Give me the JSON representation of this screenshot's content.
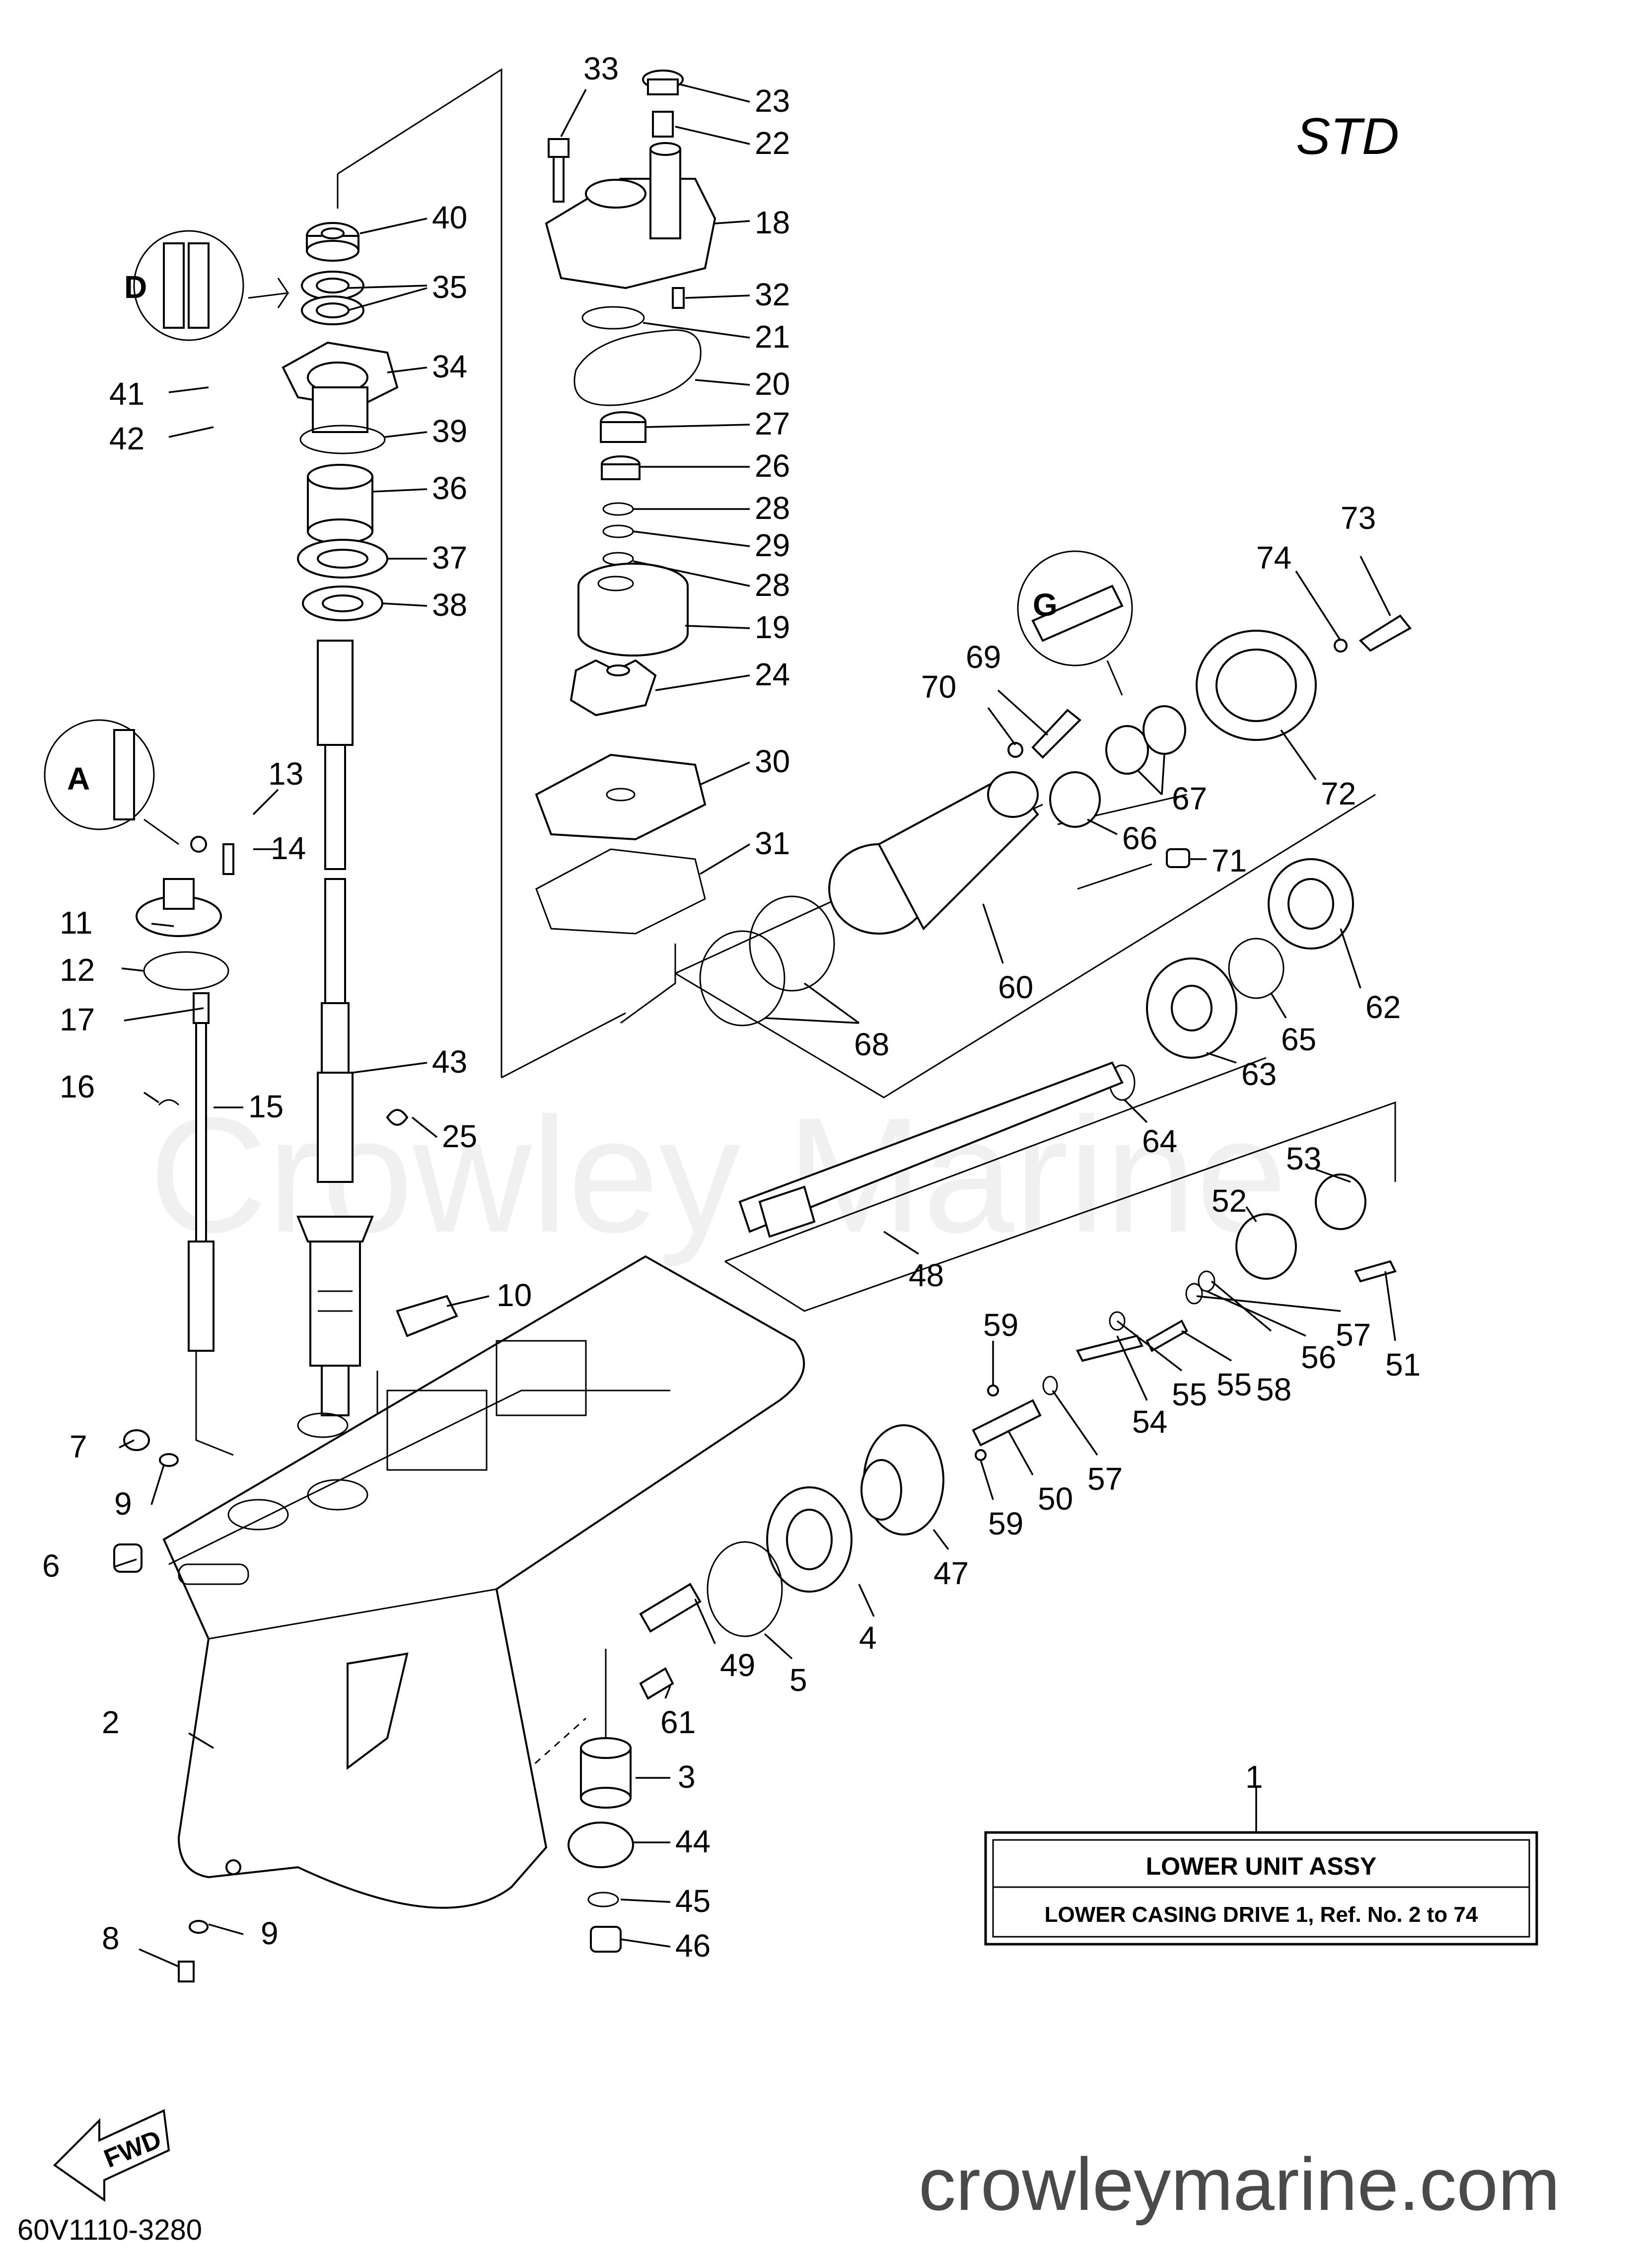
{
  "header": {
    "variant_label": "STD"
  },
  "assembly_box": {
    "title": "LOWER UNIT ASSY",
    "subtitle": "LOWER CASING DRIVE 1, Ref. No. 2 to 74"
  },
  "watermark": "Crowley Marine",
  "site": "crowleymarine.com",
  "drawing_code": "60V1110-3280",
  "fwd_label": "FWD",
  "callouts": [
    {
      "id": "c1",
      "text": "1"
    },
    {
      "id": "c2",
      "text": "2"
    },
    {
      "id": "c3",
      "text": "3"
    },
    {
      "id": "c4",
      "text": "4"
    },
    {
      "id": "c5",
      "text": "5"
    },
    {
      "id": "c6",
      "text": "6"
    },
    {
      "id": "c7",
      "text": "7"
    },
    {
      "id": "c8",
      "text": "8"
    },
    {
      "id": "c9a",
      "text": "9"
    },
    {
      "id": "c9b",
      "text": "9"
    },
    {
      "id": "c10",
      "text": "10"
    },
    {
      "id": "c11",
      "text": "11"
    },
    {
      "id": "c12",
      "text": "12"
    },
    {
      "id": "c13",
      "text": "13"
    },
    {
      "id": "c14",
      "text": "14"
    },
    {
      "id": "c15",
      "text": "15"
    },
    {
      "id": "c16",
      "text": "16"
    },
    {
      "id": "c17",
      "text": "17"
    },
    {
      "id": "c18",
      "text": "18"
    },
    {
      "id": "c19",
      "text": "19"
    },
    {
      "id": "c20",
      "text": "20"
    },
    {
      "id": "c21",
      "text": "21"
    },
    {
      "id": "c22",
      "text": "22"
    },
    {
      "id": "c23",
      "text": "23"
    },
    {
      "id": "c24",
      "text": "24"
    },
    {
      "id": "c25",
      "text": "25"
    },
    {
      "id": "c26",
      "text": "26"
    },
    {
      "id": "c27",
      "text": "27"
    },
    {
      "id": "c28a",
      "text": "28"
    },
    {
      "id": "c28b",
      "text": "28"
    },
    {
      "id": "c29",
      "text": "29"
    },
    {
      "id": "c30",
      "text": "30"
    },
    {
      "id": "c31",
      "text": "31"
    },
    {
      "id": "c32",
      "text": "32"
    },
    {
      "id": "c33",
      "text": "33"
    },
    {
      "id": "c34",
      "text": "34"
    },
    {
      "id": "c35",
      "text": "35"
    },
    {
      "id": "c36",
      "text": "36"
    },
    {
      "id": "c37",
      "text": "37"
    },
    {
      "id": "c38",
      "text": "38"
    },
    {
      "id": "c39",
      "text": "39"
    },
    {
      "id": "c40",
      "text": "40"
    },
    {
      "id": "c41",
      "text": "41"
    },
    {
      "id": "c42",
      "text": "42"
    },
    {
      "id": "c43",
      "text": "43"
    },
    {
      "id": "c44",
      "text": "44"
    },
    {
      "id": "c45",
      "text": "45"
    },
    {
      "id": "c46",
      "text": "46"
    },
    {
      "id": "c47",
      "text": "47"
    },
    {
      "id": "c48",
      "text": "48"
    },
    {
      "id": "c49",
      "text": "49"
    },
    {
      "id": "c50",
      "text": "50"
    },
    {
      "id": "c51",
      "text": "51"
    },
    {
      "id": "c52",
      "text": "52"
    },
    {
      "id": "c53",
      "text": "53"
    },
    {
      "id": "c54",
      "text": "54"
    },
    {
      "id": "c55a",
      "text": "55"
    },
    {
      "id": "c55b",
      "text": "55"
    },
    {
      "id": "c56",
      "text": "56"
    },
    {
      "id": "c57a",
      "text": "57"
    },
    {
      "id": "c57b",
      "text": "57"
    },
    {
      "id": "c58",
      "text": "58"
    },
    {
      "id": "c59a",
      "text": "59"
    },
    {
      "id": "c59b",
      "text": "59"
    },
    {
      "id": "c60",
      "text": "60"
    },
    {
      "id": "c61",
      "text": "61"
    },
    {
      "id": "c62",
      "text": "62"
    },
    {
      "id": "c63",
      "text": "63"
    },
    {
      "id": "c64",
      "text": "64"
    },
    {
      "id": "c65",
      "text": "65"
    },
    {
      "id": "c66",
      "text": "66"
    },
    {
      "id": "c67",
      "text": "67"
    },
    {
      "id": "c68",
      "text": "68"
    },
    {
      "id": "c69",
      "text": "69"
    },
    {
      "id": "c70",
      "text": "70"
    },
    {
      "id": "c71",
      "text": "71"
    },
    {
      "id": "c72",
      "text": "72"
    },
    {
      "id": "c73",
      "text": "73"
    },
    {
      "id": "c74",
      "text": "74"
    }
  ],
  "lube_badges": [
    {
      "id": "b1",
      "text": "D"
    },
    {
      "id": "b2",
      "text": "A"
    },
    {
      "id": "b3",
      "text": "G"
    }
  ]
}
